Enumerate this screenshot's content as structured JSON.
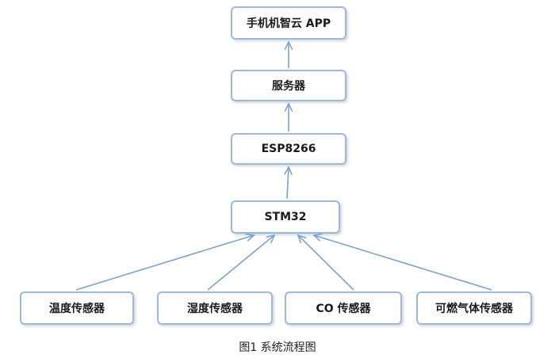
{
  "nodes": {
    "app": "手机机智云 APP",
    "server": "服务器",
    "esp": "ESP8266",
    "stm": "STM32",
    "temp": "温度传感器",
    "humidity": "湿度传感器",
    "co": "CO 传感器",
    "gas": "可燃气体传感器"
  },
  "caption": "图1   系统流程图",
  "edges": [
    [
      "server",
      "app"
    ],
    [
      "esp",
      "server"
    ],
    [
      "stm",
      "esp"
    ],
    [
      "temp",
      "stm"
    ],
    [
      "humidity",
      "stm"
    ],
    [
      "co",
      "stm"
    ],
    [
      "gas",
      "stm"
    ]
  ],
  "colors": {
    "border": "#9fb8d6",
    "arrow": "#7fa2cc"
  }
}
